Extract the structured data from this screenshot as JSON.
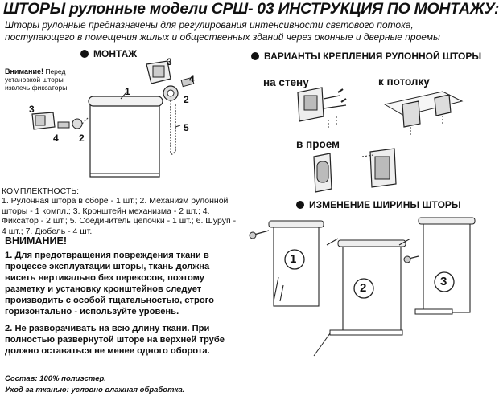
{
  "header": {
    "title": "ШТОРЫ рулонные модели СРШ- 03   ИНСТРУКЦИЯ ПО МОНТАЖУ:",
    "subtitle": "Шторы рулонные предназначены для регулирования интенсивности светового потока, поступающего в помещения жилых и общественных зданий через оконные и дверные проемы"
  },
  "montage": {
    "heading": "МОНТАЖ",
    "warning_bold": "Внимание!",
    "warning_text": " Перед установкой шторы извлечь фиксаторы",
    "part_numbers": [
      "1",
      "2",
      "3",
      "4",
      "5",
      "3",
      "4",
      "2"
    ]
  },
  "mounting_variants": {
    "heading": "ВАРИАНТЫ КРЕПЛЕНИЯ РУЛОННОЙ ШТОРЫ",
    "wall": "на стену",
    "ceiling": "к потолку",
    "opening": "в проем"
  },
  "width_change": {
    "heading": "ИЗМЕНЕНИЕ ШИРИНЫ ШТОРЫ",
    "steps": [
      "1",
      "2",
      "3"
    ]
  },
  "kit": {
    "heading": "КОМПЛЕКТНОСТЬ:",
    "text": "1. Рулонная штора в сборе - 1 шт.; 2. Механизм рулонной шторы - 1 компл.; 3.  Кронштейн механизма - 2 шт.; 4. Фиксатор - 2 шт.; 5. Соединитель цепочки - 1 шт.; 6. Шуруп - 4 шт.; 7. Дюбель - 4 шт."
  },
  "attention": {
    "heading": "ВНИМАНИЕ!",
    "p1": "1. Для предотвращения повреждения ткани в процессе эксплуатации шторы, ткань должна висеть вертикально без перекосов, поэтому разметку и установку кронштейнов следует производить с особой тщательностью, строго горизонтально - используйте уровень.",
    "p2": "2. Не разворачивать на  всю  длину ткани. При полностью развернутой шторе на верхней трубе должно оставаться не менее одного оборота."
  },
  "footer": {
    "composition": "Состав: 100% полиэстер.",
    "care": "Уход за тканью: условно влажная обработка."
  }
}
